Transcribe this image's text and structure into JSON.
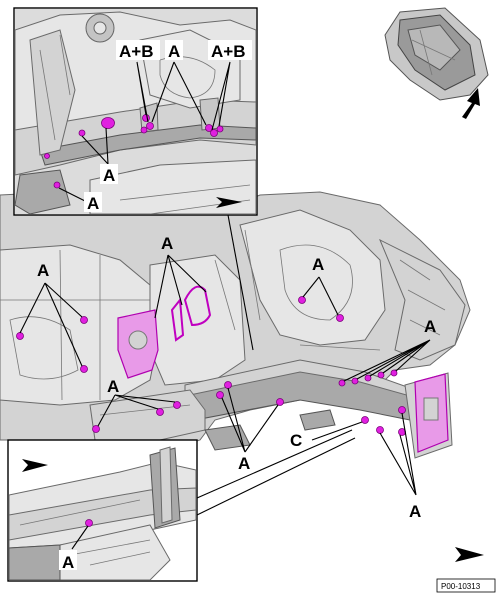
{
  "labels": {
    "a": "A",
    "a_plus_b": "A+B",
    "c": "C"
  },
  "reference_code": "P00-10313",
  "colors": {
    "weld_point": "#e020e0",
    "metal": "#d3d3d3",
    "outline": "#000000"
  },
  "icons": {
    "view_direction": "view-direction-arrow-icon",
    "car_orientation": "car-orientation-thumbnail"
  }
}
